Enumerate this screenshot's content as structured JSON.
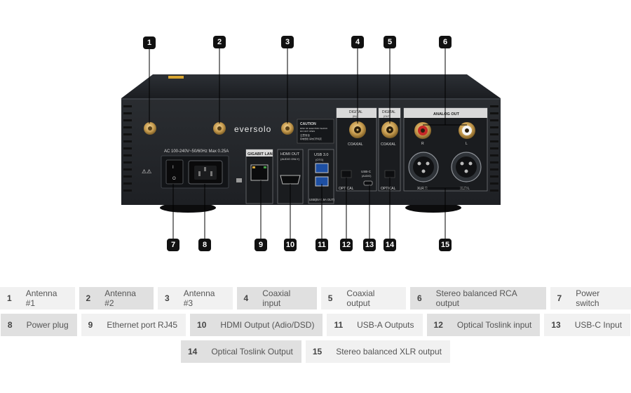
{
  "diagram": {
    "device": {
      "brand": "eversolo",
      "power_rating": "AC 100-240V~50/60Hz Max 0.25A",
      "caution_title": "CAUTION",
      "caution_line1": "RISK OF ELECTRIC SHOCK",
      "caution_line2": "DO NOT OPEN",
      "caution_line3": "注意安全",
      "caution_line4": "有电危险 请勿打开机壳",
      "gigabit_lan": "GIGABIT LAN",
      "hdmi_out": "HDMI OUT",
      "hdmi_sub": "(AUDIO ONLY)",
      "usb3": "USB 3.0",
      "usb3_sub": "(OTG)",
      "usb_bottom": "USB(5V 0.9A OUT)",
      "digital_in": "DIGITAL",
      "digital_in_sub": "(IN)",
      "digital_out": "DIGITAL",
      "digital_out_sub": "(OUT)",
      "coaxial_in": "COAXIAL",
      "coaxial_out": "COAXIAL",
      "optical_in": "OPTICAL",
      "optical_out": "OPTICAL",
      "usbc": "USB-C",
      "usbc_sub": "(AUDIO)",
      "analog_out": "ANALOG OUT",
      "rca_r": "R",
      "rca_l": "L",
      "xlr_r": "XLR R",
      "xlr_l": "XLR L"
    },
    "markers": [
      "1",
      "2",
      "3",
      "4",
      "5",
      "6",
      "7",
      "8",
      "9",
      "10",
      "11",
      "12",
      "13",
      "14",
      "15"
    ]
  },
  "legend": {
    "items": [
      {
        "num": "1",
        "label": "Antenna #1"
      },
      {
        "num": "2",
        "label": "Antenna #2"
      },
      {
        "num": "3",
        "label": "Antenna #3"
      },
      {
        "num": "4",
        "label": "Coaxial input"
      },
      {
        "num": "5",
        "label": "Coaxial output"
      },
      {
        "num": "6",
        "label": "Stereo balanced RCA output"
      },
      {
        "num": "7",
        "label": "Power switch"
      },
      {
        "num": "8",
        "label": "Power plug"
      },
      {
        "num": "9",
        "label": "Ethernet port RJ45"
      },
      {
        "num": "10",
        "label": "HDMI Output (Adio/DSD)"
      },
      {
        "num": "11",
        "label": "USB-A Outputs"
      },
      {
        "num": "12",
        "label": "Optical Toslink input"
      },
      {
        "num": "13",
        "label": "USB-C Input"
      },
      {
        "num": "14",
        "label": "Optical Toslink Output"
      },
      {
        "num": "15",
        "label": "Stereo balanced XLR output"
      }
    ]
  },
  "colors": {
    "chassis": "#25292e",
    "chassis_top": "#1d2024",
    "gold": "#c9a45a",
    "marker": "#111111"
  }
}
